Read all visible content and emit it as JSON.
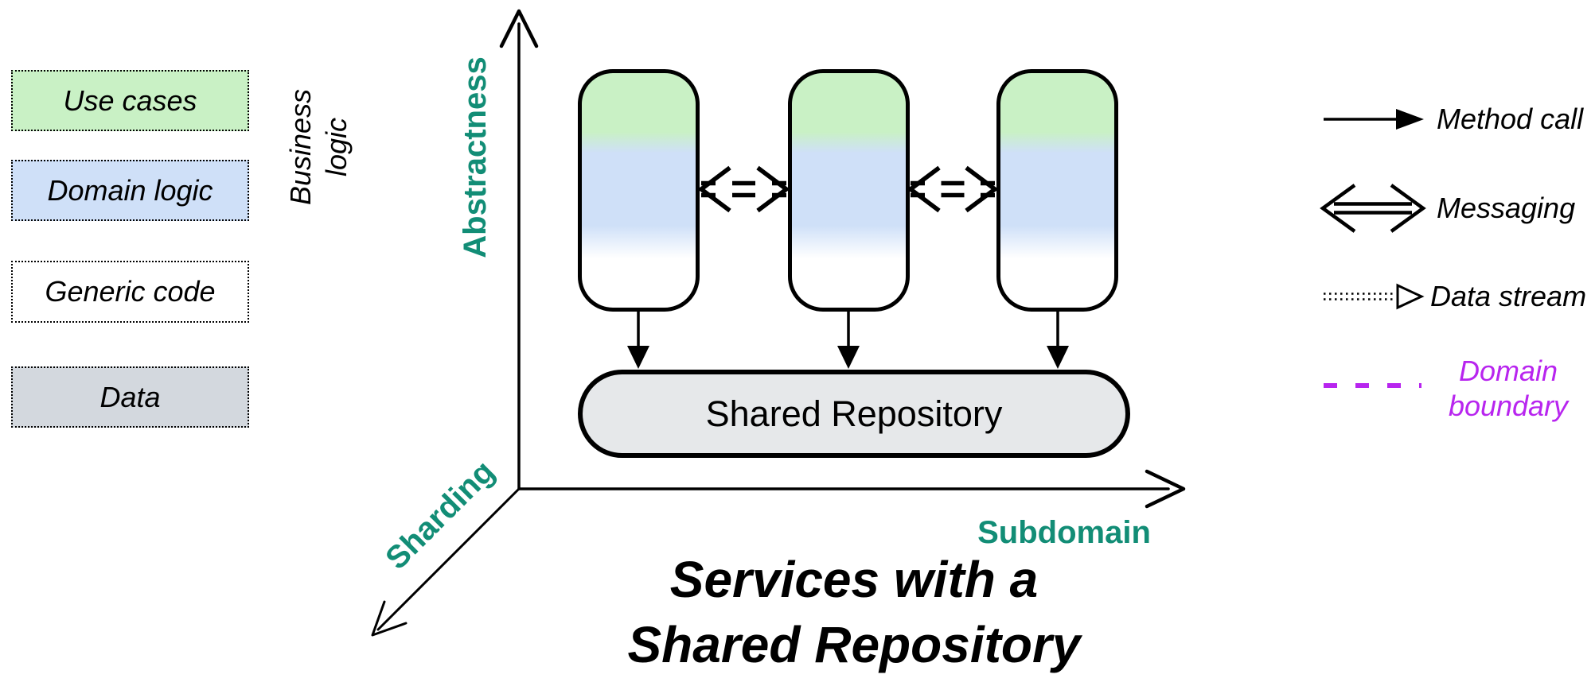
{
  "colors": {
    "teal_axis": "#128d76",
    "magenta_boundary": "#b825ef",
    "use_cases_green": "#c9f1c5",
    "domain_logic_blue": "#cfe0f8",
    "data_gray": "#d3d8de",
    "repository_gray": "#e6e8ea",
    "line_black": "#000000"
  },
  "left_legend": {
    "items": [
      {
        "label": "Use cases"
      },
      {
        "label": "Domain logic"
      },
      {
        "label": "Generic code"
      },
      {
        "label": "Data"
      }
    ],
    "group_label": "Business\nlogic"
  },
  "axes": {
    "y_label": "Abstractness",
    "x_label": "Subdomain",
    "z_label": "Sharding"
  },
  "diagram": {
    "repository_label": "Shared Repository",
    "title": "Services with a\nShared Repository"
  },
  "right_legend": {
    "items": [
      {
        "label": "Method call"
      },
      {
        "label": "Messaging"
      },
      {
        "label": "Data stream"
      },
      {
        "label": "Domain\nboundary"
      }
    ]
  }
}
